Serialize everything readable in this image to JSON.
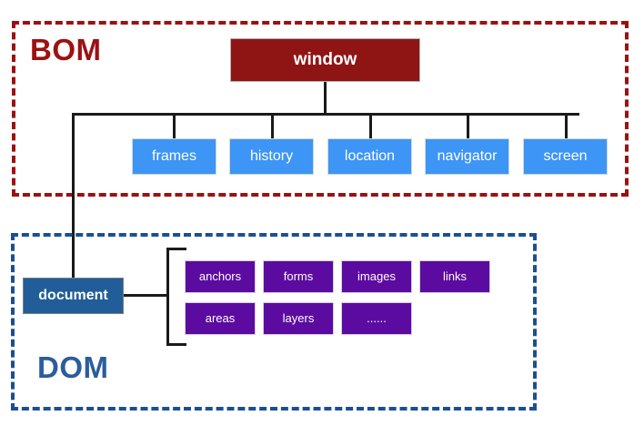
{
  "diagram": {
    "title_bom": "BOM",
    "title_dom": "DOM",
    "colors": {
      "bom_border": "#9c1111",
      "dom_border": "#1b4f94",
      "window_box": "#8f1515",
      "bom_child_box": "#3d95f5",
      "document_box": "#215d98",
      "dom_child_box": "#5c0ba0",
      "connector": "#1a1a1a",
      "background": "#ffffff"
    }
  },
  "bom": {
    "label": "BOM",
    "root": {
      "label": "window"
    },
    "children": [
      {
        "label": "frames"
      },
      {
        "label": "history"
      },
      {
        "label": "location"
      },
      {
        "label": "navigator"
      },
      {
        "label": "screen"
      }
    ]
  },
  "dom": {
    "label": "DOM",
    "root": {
      "label": "document"
    },
    "children_row1": [
      {
        "label": "anchors"
      },
      {
        "label": "forms"
      },
      {
        "label": "images"
      },
      {
        "label": "links"
      }
    ],
    "children_row2": [
      {
        "label": "areas"
      },
      {
        "label": "layers"
      },
      {
        "label": "......"
      }
    ]
  }
}
